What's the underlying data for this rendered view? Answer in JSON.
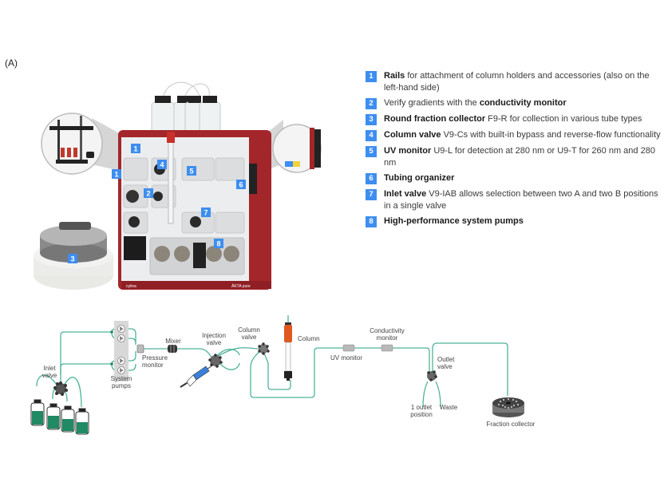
{
  "panel_label": "(A)",
  "colors": {
    "badge": "#3d8ef0",
    "tubing": "#4fb39a",
    "instrument_red": "#a3262b",
    "liquid": "#1f8a63",
    "column_top": "#e0581f",
    "syringe_blue": "#3b7fd9"
  },
  "legend": [
    {
      "number": "1",
      "bold": "Rails",
      "text": " for attachment of column holders and accessories (also on the left-hand side)",
      "bold_first": true
    },
    {
      "number": "2",
      "pre": "Verify gradients with the ",
      "bold": "conductivity monitor",
      "text": "",
      "bold_first": false
    },
    {
      "number": "3",
      "bold": "Round fraction collector",
      "text": " F9-R for collection in various tube types",
      "bold_first": true
    },
    {
      "number": "4",
      "bold": "Column valve",
      "text": " V9-Cs with built-in bypass and reverse-flow functionality",
      "bold_first": true
    },
    {
      "number": "5",
      "bold": "UV monitor",
      "text": " U9-L for detection at 280 nm or U9-T for 260 nm and 280 nm",
      "bold_first": true
    },
    {
      "number": "6",
      "bold": "Tubing organizer",
      "text": "",
      "bold_first": true
    },
    {
      "number": "7",
      "bold": "Inlet valve",
      "text": " V9-IAB allows selection between two A and two B positions in a single valve",
      "bold_first": true
    },
    {
      "number": "8",
      "bold": "High-performance system pumps",
      "text": "",
      "bold_first": true
    }
  ],
  "photo": {
    "callouts": [
      "1",
      "1",
      "2",
      "3",
      "4",
      "5",
      "6",
      "7",
      "8"
    ],
    "brand_left": "cytiva",
    "brand_right": "ÄKTA pure"
  },
  "diagram": {
    "labels": {
      "inlet_valve": [
        "Inlet",
        "valve"
      ],
      "system_pumps": [
        "System",
        "pumps"
      ],
      "pressure_monitor": [
        "Pressure",
        "monitor"
      ],
      "mixer": "Mixer",
      "injection_valve": [
        "Injection",
        "valve"
      ],
      "column_valve": [
        "Column",
        "valve"
      ],
      "column": "Column",
      "uv_monitor": "UV monitor",
      "conductivity_monitor": [
        "Conductivity",
        "monitor"
      ],
      "outlet_valve": [
        "Outlet",
        "valve"
      ],
      "outlet_position": [
        "1 outlet",
        "position"
      ],
      "waste": "Waste",
      "fraction_collector": "Fraction collector"
    }
  }
}
